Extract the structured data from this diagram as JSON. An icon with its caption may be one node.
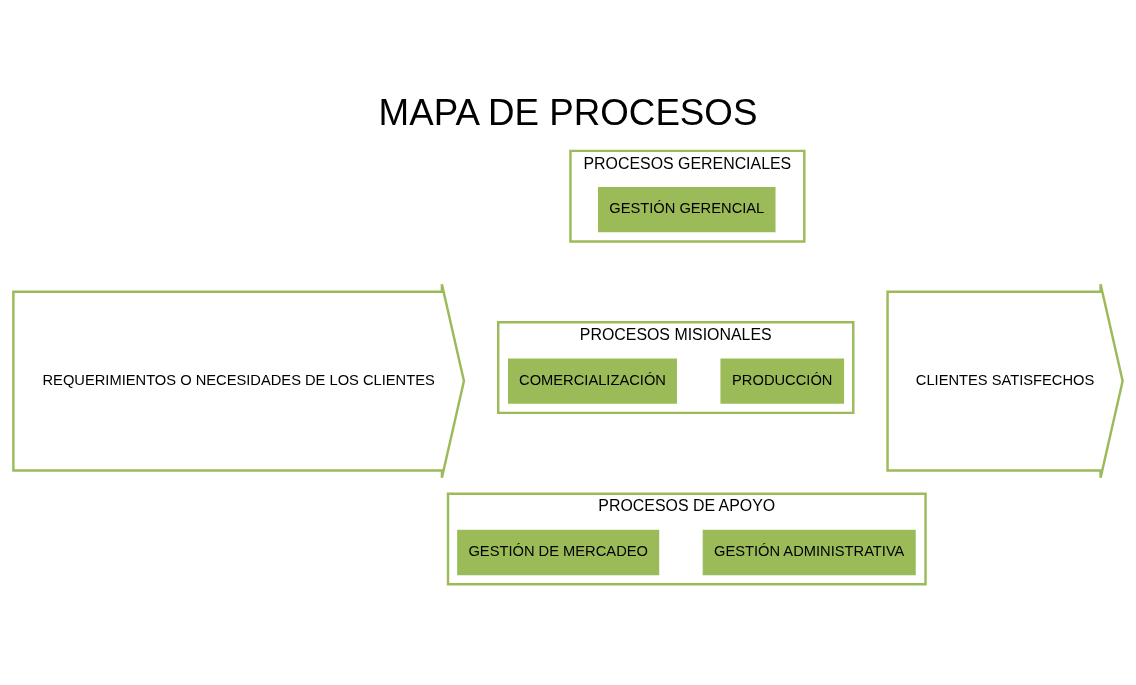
{
  "diagram": {
    "title": "MAPA DE PROCESOS",
    "nodes": [
      {
        "text": [
          "REQUERIMIENTOS O NECESIDADES DE LOS CLIENTES"
        ]
      },
      {
        "text": [
          "PROCESOS GERENCIALES"
        ]
      },
      {
        "text": [
          "GESTIÓN GERENCIAL"
        ],
        "in": 1
      },
      {
        "text": [
          "PROCESOS MISIONALES"
        ]
      },
      {
        "text": [
          "PRODUCCIÓN"
        ],
        "in": 3
      },
      {
        "text": [
          "COMERCIALIZACIÓN"
        ],
        "in": 3
      },
      {
        "text": [
          "PROCESOS DE APOYO"
        ]
      },
      {
        "text": [
          "GESTIÓN ADMINISTRATIVA"
        ],
        "in": 6
      },
      {
        "text": [
          "GESTIÓN DE MERCADEO"
        ],
        "in": 6
      },
      {
        "text": [
          "CLIENTES SATISFECHOS"
        ]
      }
    ]
  }
}
